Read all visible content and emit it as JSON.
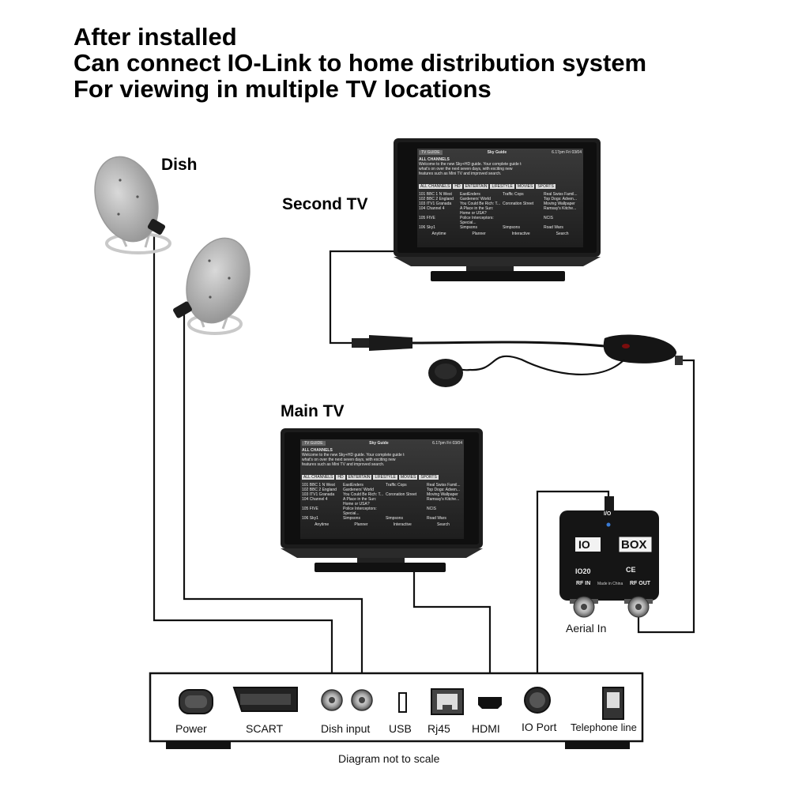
{
  "heading": {
    "line1": "After installed",
    "line2": "Can connect IO-Link to home distribution system",
    "line3": "For viewing in multiple TV locations"
  },
  "labels": {
    "dish": "Dish",
    "second_tv": "Second TV",
    "main_tv": "Main TV",
    "aerial_in": "Aerial In",
    "footnote": "Diagram not to scale"
  },
  "ports": {
    "power": "Power",
    "scart": "SCART",
    "dish_input": "Dish input",
    "usb": "USB",
    "rj45": "Rj45",
    "hdmi": "HDMI",
    "io_port": "IO Port",
    "telephone_line": "Telephone line"
  },
  "io_box": {
    "brand_left": "IO",
    "brand_right": "BOX",
    "model": "IO20",
    "io_label": "I/O",
    "rf_in": "RF IN",
    "made_in": "Made in China",
    "rf_out": "RF OUT",
    "marks": "CE"
  },
  "tv_screen": {
    "guide_tab": "TV GUIDE",
    "sky_guide": "Sky Guide",
    "clock": "6.17pm Fri 03/04",
    "section": "ALL CHANNELS",
    "intro1": "Welcome to the new Sky+HD guide. Your complete guide to",
    "intro2": "what's on over the next seven days, with exciting new",
    "intro3": "features such as Mini TV and improved search.",
    "tabs": [
      "ALL CHANNELS",
      "HD",
      "ENTERTAIN",
      "LIFESTYLE",
      "MOVIES",
      "SPORTS"
    ],
    "channels": [
      "101 BBC 1 N West",
      "102 BBC 2 England",
      "103 ITV1 Granada",
      "104 Channel 4",
      "105 FIVE",
      "106 Sky1"
    ],
    "now": [
      "EastEnders",
      "Gardeners' World",
      "You Could Be Rich: T...",
      "A Place in the Sun: Home or USA?",
      "Police Interceptors: Special...",
      "Simpsons"
    ],
    "next": [
      "Traffic Cops",
      "",
      "Coronation Street",
      "",
      "",
      "Simpsons"
    ],
    "later": [
      "Real Swiss Famil...",
      "Top Dogs: Adven...",
      "Moving Wallpaper",
      "Ramsay's Kitche...",
      "NCIS",
      "Road Wars"
    ],
    "footer": [
      "Anytime",
      "Planner",
      "Interactive",
      "Search"
    ]
  },
  "colors": {
    "ink": "#111111",
    "tv_frame": "#1c1c1c",
    "screen": "#2b2b2b",
    "dish": "#b5b5b5",
    "accent_led": "#3a7bd5"
  }
}
